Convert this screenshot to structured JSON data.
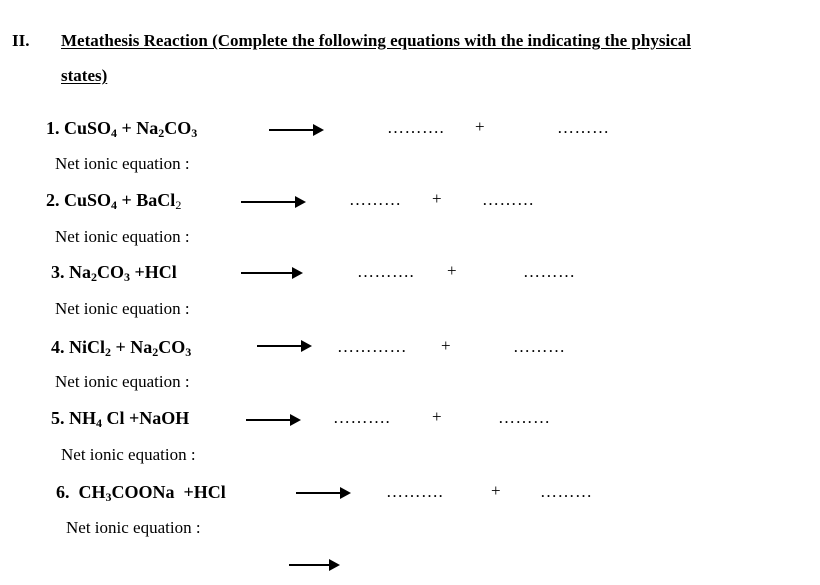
{
  "section": {
    "numeral": "II.",
    "heading_line1": "Metathesis Reaction (Complete the following equations with the indicating the physical",
    "heading_line2": "states)"
  },
  "net_label": "Net ionic equation :",
  "dots_long": "……….",
  "dots_short": "………",
  "dots_xlong": "…………",
  "plus": "+",
  "equations": [
    {
      "num": "1.",
      "a": "CuSO",
      "a_sub": "4",
      "op": "+",
      "b": "Na",
      "b_sub": "2",
      "b2": "CO",
      "b2_sub": "3"
    },
    {
      "num": "2.",
      "a": "CuSO",
      "a_sub": "4",
      "op": "+",
      "b": "BaCl",
      "b_sub": "2"
    },
    {
      "num": "3.",
      "a": "Na",
      "a_sub": "2",
      "a2": "CO",
      "a2_sub": "3",
      "op": "+",
      "b": "HCl"
    },
    {
      "num": "4.",
      "a": "NiCl",
      "a_sub": "2",
      "op": "+",
      "b": "Na",
      "b_sub": "2",
      "b2": "CO",
      "b2_sub": "3"
    },
    {
      "num": "5.",
      "a": "NH",
      "a_sub": "4",
      "a2": " Cl",
      "op": "+",
      "b": "NaOH"
    },
    {
      "num": "6.",
      "a": "CH",
      "a_sub": "3",
      "a2": "COONa",
      "op": "+",
      "b": "HCl"
    }
  ]
}
